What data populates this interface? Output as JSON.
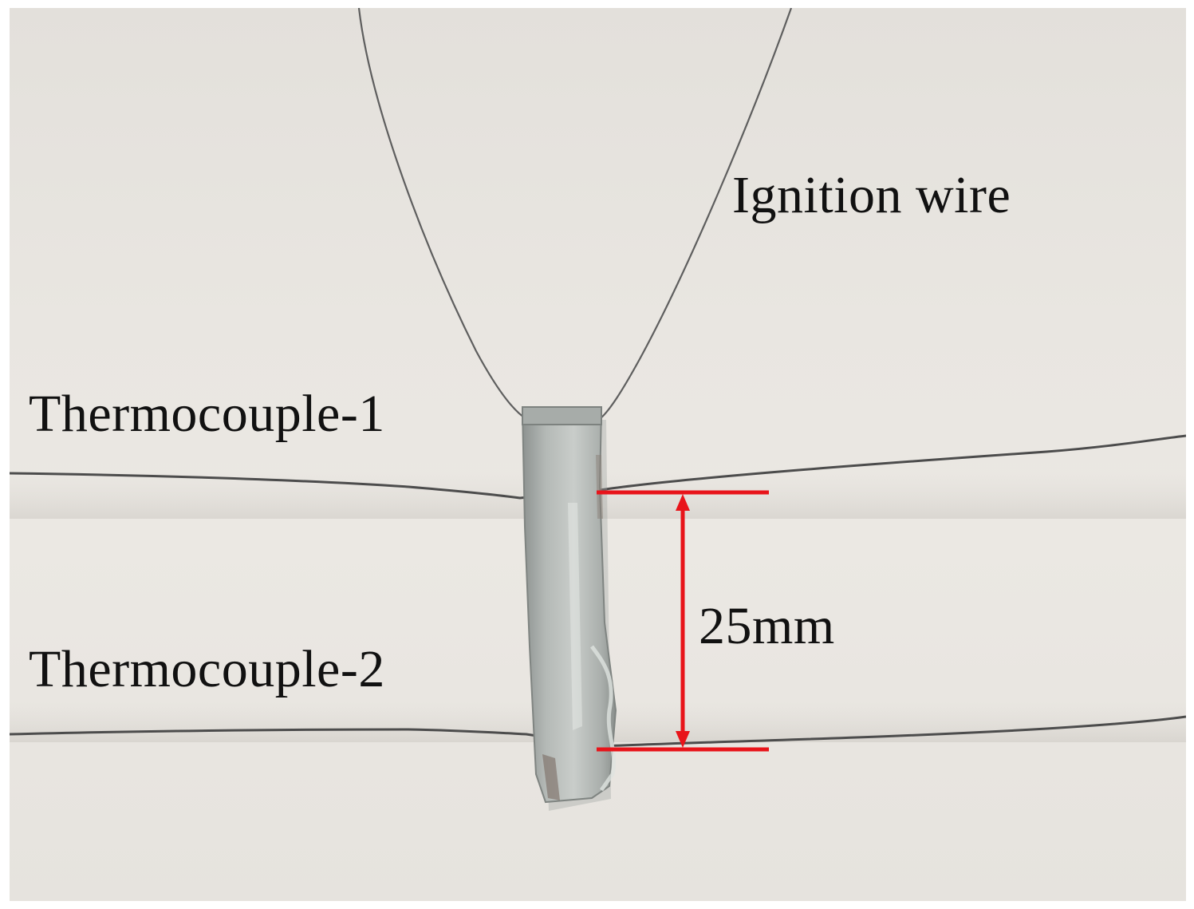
{
  "labels": {
    "ignition_wire": "Ignition wire",
    "thermocouple_1": "Thermocouple-1",
    "thermocouple_2": "Thermocouple-2",
    "dimension": "25mm"
  },
  "colors": {
    "annotation": "#e8141a",
    "text": "#111111",
    "wire": "#5a5a5a",
    "background": "#e8e5e0"
  }
}
